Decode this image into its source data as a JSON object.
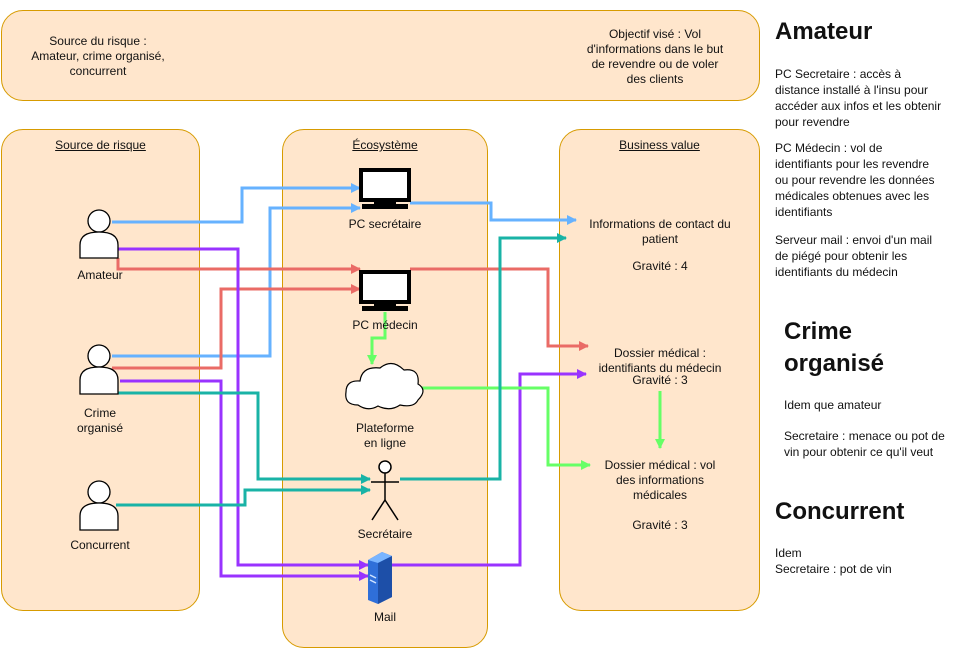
{
  "header": {
    "left_text": "Source du risque :\nAmateur, crime organisé,\nconcurrent",
    "right_text": "Objectif visé : Vol\nd'informations dans le but\nde revendre ou de voler\ndes clients"
  },
  "panels": {
    "sources_title": "Source de risque",
    "ecosystem_title": "Écosystème",
    "business_title": "Business value"
  },
  "sources": {
    "amateur": "Amateur",
    "crime": "Crime\norganisé",
    "concurrent": "Concurrent"
  },
  "ecosystem": {
    "pc_secretaire": "PC secrétaire",
    "pc_medecin": "PC médecin",
    "plateforme": "Plateforme\nen ligne",
    "secretaire": "Secrétaire",
    "mail": "Mail"
  },
  "business": {
    "contact": "Informations de contact du\npatient",
    "contact_gravity": "Gravité : 4",
    "dossier_ident": "Dossier médical :\nidentifiants du médecin",
    "dossier_ident_gravity": "Gravité : 3",
    "dossier_info": "Dossier médical : vol\ndes informations\nmédicales",
    "dossier_info_gravity": "Gravité : 3"
  },
  "notes": {
    "amateur_title": "Amateur",
    "amateur_p1": "PC Secretaire : accès à\ndistance installé à l'insu pour\naccéder aux infos et les obtenir\npour revendre",
    "amateur_p2": "PC Médecin : vol de\nidentifiants pour les revendre\nou pour revendre les données\nmédicales obtenues avec les\nidentifiants",
    "amateur_p3": "Serveur mail : envoi d'un mail\nde piégé pour obtenir les\nidentifiants du médecin",
    "crime_title": "Crime\norganisé",
    "crime_p1": "Idem que amateur",
    "crime_p2": "Secretaire : menace ou pot de\nvin pour obtenir ce qu'il veut",
    "concurrent_title": "Concurrent",
    "concurrent_p1": "Idem\nSecretaire : pot de vin"
  },
  "colors": {
    "panel_fill": "#ffe6cc",
    "panel_border": "#d79b00",
    "blue": "#66b2ff",
    "red": "#ea6b66",
    "purple": "#9933ff",
    "green": "#66ff66",
    "teal": "#19b3a6"
  },
  "icons": {
    "actor": "person-icon",
    "pc": "computer-icon",
    "cloud": "cloud-icon",
    "stick": "stick-figure-icon",
    "mail": "mail-server-icon"
  }
}
